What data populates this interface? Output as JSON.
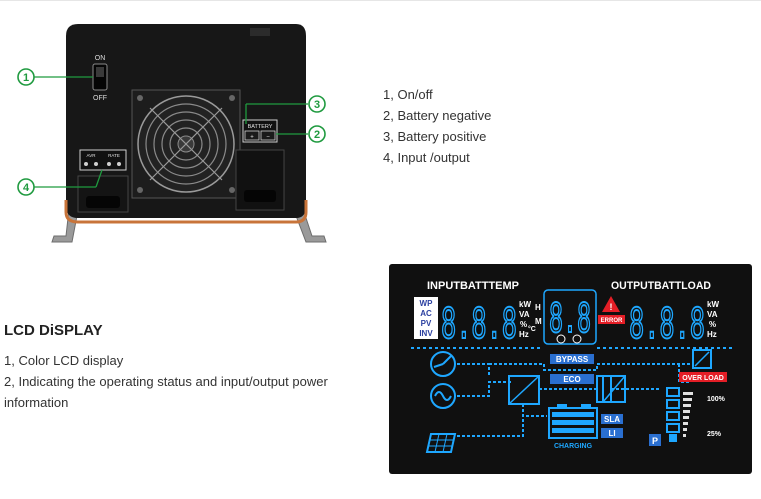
{
  "device": {
    "switch_on_label": "ON",
    "switch_off_label": "OFF",
    "battery_label": "BATTERY",
    "battery_plus": "+",
    "battery_minus": "−",
    "port_labels": [
      "AVR",
      "RATE"
    ],
    "callouts": [
      "1",
      "2",
      "3",
      "4"
    ],
    "accent_color": "#1f9a3f",
    "body_color": "#171717",
    "trim_color": "#c8743a"
  },
  "legend": [
    "1, On/off",
    "2, Battery negative",
    "3, Battery positive",
    "4, Input /output"
  ],
  "lcd_section": {
    "title": "LCD DiSPLAY",
    "lines": [
      "1, Color LCD display",
      "2, Indicating the operating status and input/output power information"
    ]
  },
  "lcd": {
    "left_header": "INPUTBATTTEMP",
    "right_header": "OUTPUTBATTLOAD",
    "left_modes": [
      "WP",
      "AC",
      "PV",
      "INV"
    ],
    "left_units": [
      "kW",
      "VA",
      "%",
      "Hz",
      "°C"
    ],
    "left_hm": [
      "H",
      "M"
    ],
    "right_units": [
      "kW",
      "VA",
      "%",
      "Hz"
    ],
    "digits_left": "8.8.8",
    "digits_center": "8.8",
    "digits_right": "8.8.8",
    "error_label": "ERROR",
    "bypass_label": "BYPASS",
    "eco_label": "ECO",
    "sla_label": "SLA",
    "li_label": "LI",
    "charging_label": "CHARGING",
    "overload_label": "OVER LOAD",
    "load_high": "100%",
    "load_low": "25%",
    "p_label": "P",
    "digit_color": "#1ea7ff",
    "bg_color": "#101010",
    "error_color": "#e41e26"
  }
}
